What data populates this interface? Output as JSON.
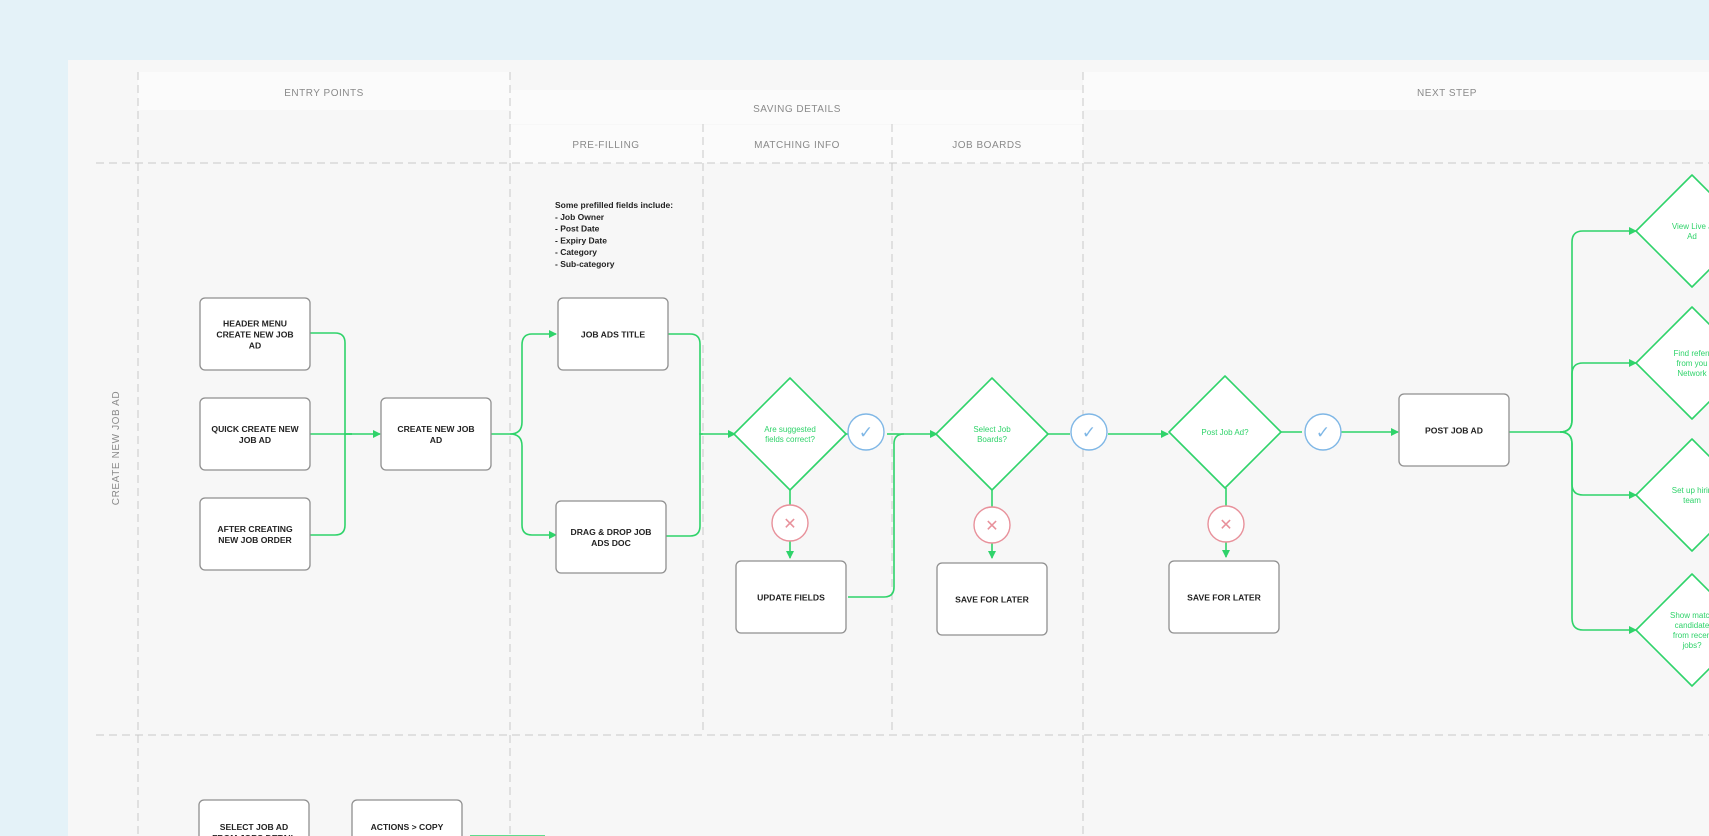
{
  "colors": {
    "page_bg": "#e4f2f8",
    "board_bg": "#f7f7f7",
    "header_bg": "#fbfbfb",
    "accent_green": "#2fd36a",
    "check_blue": "#7fb7e6",
    "cross_red": "#e8919b",
    "box_border": "#8f8f8f",
    "lane_line": "#c9c9c9",
    "header_text": "#8a8a8a"
  },
  "headers": {
    "entry_points": "ENTRY POINTS",
    "saving_details": "SAVING DETAILS",
    "pre_filling": "PRE-FILLING",
    "matching_info": "MATCHING INFO",
    "job_boards": "JOB BOARDS",
    "next_step": "NEXT STEP"
  },
  "lane_label": "CREATE NEW JOB AD",
  "note": {
    "lines": [
      "Some prefilled fields include:",
      "- Job Owner",
      "- Post Date",
      "- Expiry Date",
      "- Category",
      "- Sub-category"
    ]
  },
  "boxes": {
    "header_menu": [
      "HEADER MENU",
      "CREATE NEW JOB",
      "AD"
    ],
    "quick_create": [
      "QUICK CREATE NEW",
      "JOB AD"
    ],
    "after_job_order": [
      "AFTER CREATING",
      "NEW JOB ORDER"
    ],
    "create_new_job_ad": [
      "CREATE NEW JOB",
      "AD"
    ],
    "job_ads_title": [
      "JOB ADS TITLE"
    ],
    "drag_drop": [
      "DRAG & DROP JOB",
      "ADS DOC"
    ],
    "update_fields": [
      "UPDATE FIELDS"
    ],
    "save_later_1": [
      "SAVE FOR LATER"
    ],
    "save_later_2": [
      "SAVE FOR LATER"
    ],
    "post_job_ad": [
      "POST JOB AD"
    ],
    "select_job_ad": [
      "SELECT JOB AD",
      "FROM JOBS DETAIL"
    ],
    "actions_copy": [
      "ACTIONS > COPY"
    ]
  },
  "decisions": {
    "fields_correct": [
      "Are suggested",
      "fields correct?"
    ],
    "select_boards": [
      "Select Job",
      "Boards?"
    ],
    "post_job_ad_q": [
      "Post Job Ad?"
    ],
    "view_live": [
      "View Live J",
      "Ad"
    ],
    "find_referrals": [
      "Find referr",
      "from you",
      "Network"
    ],
    "setup_hiring": [
      "Set up hirin",
      "team"
    ],
    "show_matching": [
      "Show match",
      "candidate",
      "from recen",
      "jobs?"
    ]
  },
  "symbols": {
    "check": "✓",
    "cross": "✕"
  }
}
